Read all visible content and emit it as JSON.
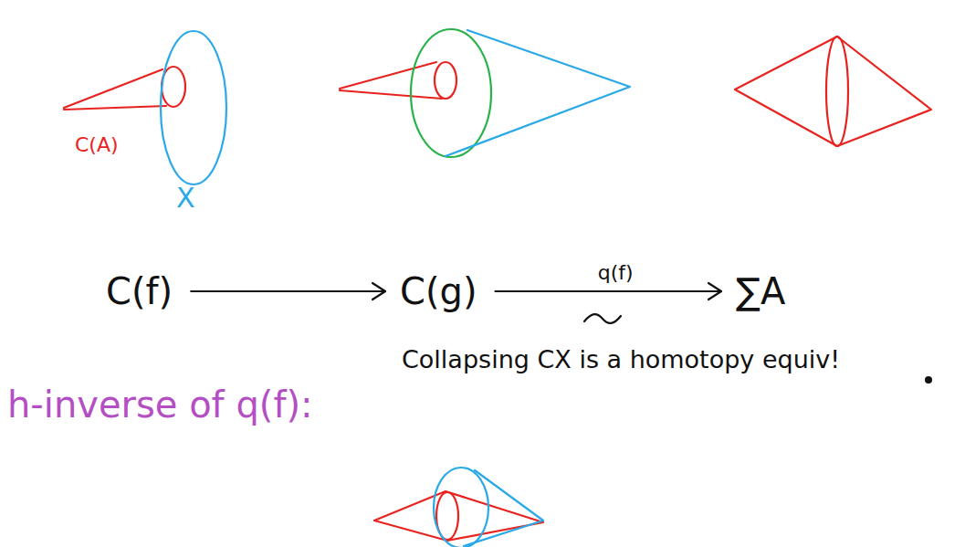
{
  "diagram": {
    "nodes": [
      {
        "text": [
          "C(f)"
        ]
      },
      {
        "text": [
          "C(g)"
        ]
      },
      {
        "text": [
          "∑A"
        ]
      }
    ],
    "edges": [
      {
        "from": 0,
        "to": 1,
        "arrow": "to"
      },
      {
        "from": 1,
        "to": 2,
        "label": "q(f)",
        "arrow": "to"
      }
    ],
    "labels": [
      "C(A)",
      "X",
      "Collapsing CX is a homotopy equiv!",
      "h-inverse of q(f):"
    ]
  }
}
